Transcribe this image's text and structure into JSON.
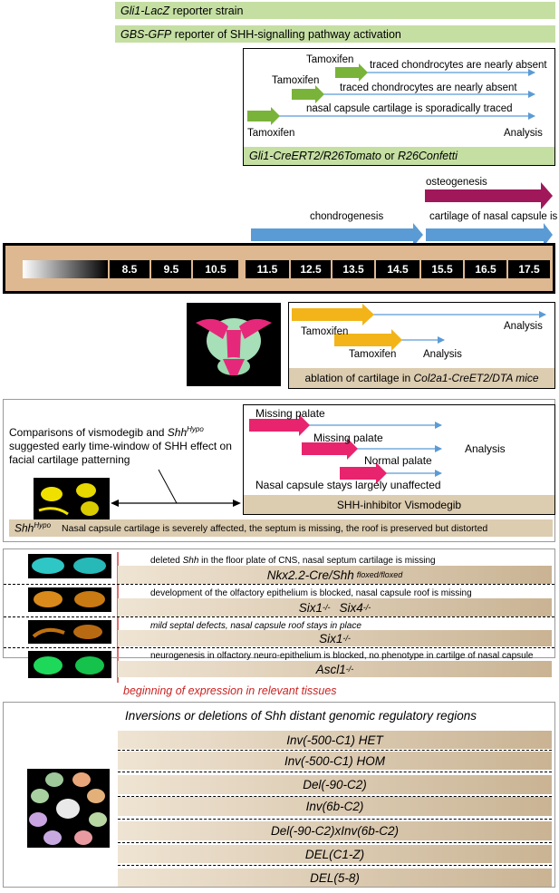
{
  "reporters": {
    "gli1_lacz_gene": "Gli1-LacZ",
    "gli1_lacz_rest": " reporter strain",
    "gbs_gfp_gene": "GBS-GFP",
    "gbs_gfp_rest": " reporter of SHH-signalling pathway activation"
  },
  "tracing": {
    "tamoxifen": "Tamoxifen",
    "line1": "traced chondrocytes are nearly absent",
    "line2": "traced chondrocytes are nearly absent",
    "line3": "nasal capsule cartilage is sporadically traced",
    "analysis": "Analysis",
    "footer_gene": "Gli1-CreERT2/R26Tomato",
    "footer_or": " or ",
    "footer_gene2": "R26Confetti"
  },
  "process": {
    "osteogenesis": "osteogenesis",
    "chondrogenesis": "chondrogenesis",
    "cartilage_set": "cartilage of nasal capsule is set"
  },
  "timeline": {
    "stages": [
      "8.5",
      "9.5",
      "10.5",
      "11.5",
      "12.5",
      "13.5",
      "14.5",
      "15.5",
      "16.5",
      "17.5"
    ]
  },
  "ablation": {
    "tamoxifen": "Tamoxifen",
    "analysis": "Analysis",
    "footer_text": "ablation of cartilage in ",
    "footer_gene": "Col2a1-CreET2/DTA mice"
  },
  "vismodegib": {
    "comparison_text": "Comparisons of vismodegib and ",
    "comparison_gene": "Shh",
    "comparison_sup": "Hypo",
    "comparison_rest": "suggested early time-window of SHH effect on facial cartilage patterning",
    "missing_palate_1": "Missing palate",
    "missing_palate_2": "Missing palate",
    "normal_palate": "Normal palate",
    "analysis": "Analysis",
    "nasal_unaffected": "Nasal capsule stays largely unaffected",
    "footer": "SHH-inhibitor Vismodegib",
    "shh_gene": "Shh",
    "shh_sup": "Hypo",
    "shh_desc": "Nasal capsule cartilage is severely affected, the septum is missing, the roof is preserved but distorted"
  },
  "mutants": {
    "rows": [
      {
        "desc_pre": "deleted ",
        "desc_gene": "Shh",
        "desc_post": " in the floor plate of CNS, nasal septum cartilage is missing",
        "gene": "Nkx2.2-Cre/Shh",
        "sup": "floxed/floxed"
      },
      {
        "desc_pre": "development of the olfactory epithelium is blocked, nasal capsule roof is missing",
        "desc_gene": "",
        "desc_post": "",
        "gene": "Six1",
        "sup": "-/-",
        "gene2": "Six4",
        "sup2": "-/-"
      },
      {
        "desc_pre": "mild septal defects, nasal capsule roof stays in place",
        "desc_gene": "",
        "desc_post": "",
        "gene": "Six1",
        "sup": "-/-"
      },
      {
        "desc_pre": "neurogenesis in olfactory neuro-epithelium is blocked, no phenotype in cartilge of nasal capsule",
        "desc_gene": "",
        "desc_post": "",
        "gene": "Ascl1",
        "sup": "-/-"
      }
    ],
    "expression_note": "beginning of expression in relevant tissues"
  },
  "regulatory": {
    "title": "Inversions or deletions of Shh distant genomic regulatory regions",
    "items": [
      "Inv(-500-C1) HET",
      "Inv(-500-C1) HOM",
      "Del(-90-C2)",
      "Inv(6b-C2)",
      "Del(-90-C2)xInv(6b-C2)",
      "DEL(C1-Z)",
      "DEL(5-8)"
    ]
  },
  "colors": {
    "green_bar": "#c5dfa3",
    "green_arrow": "#7ab33a",
    "blue_arrow": "#5b9bd5",
    "magenta_arrow": "#e8246e",
    "osteo_arrow": "#a0185a",
    "orange_arrow": "#f2b418",
    "tan": "#dcccb0",
    "red_line": "#cc2222"
  }
}
